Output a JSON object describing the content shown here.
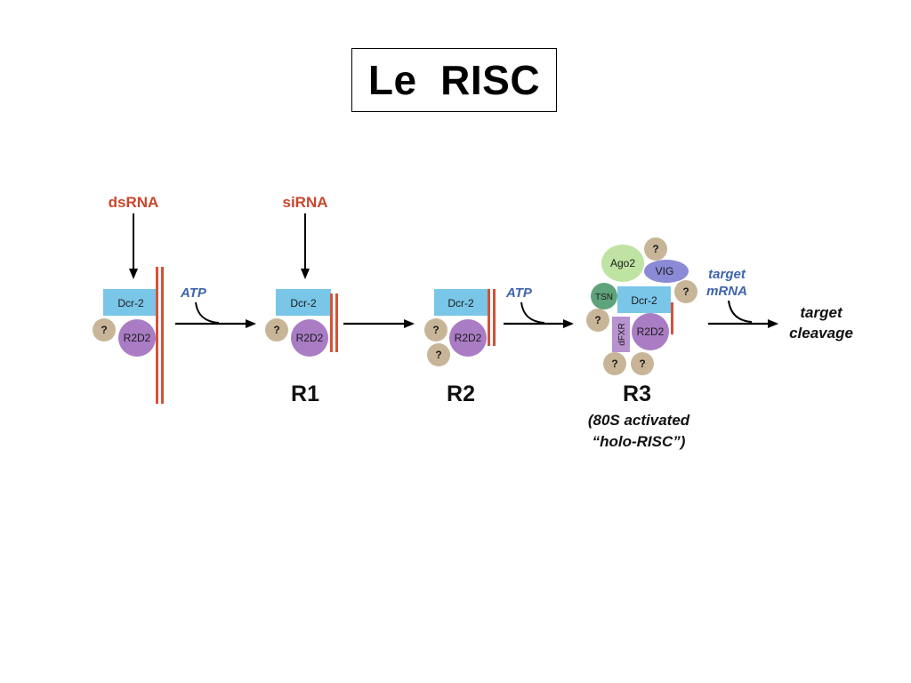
{
  "title": "Le  RISC",
  "colors": {
    "dcr2": "#79c6e8",
    "r2d2": "#a97cc4",
    "unknown": "#c8b598",
    "ago2": "#bfe3a2",
    "vig": "#8a8ad6",
    "tsn": "#5fa37a",
    "dfxr": "#b793cf",
    "rna": "#d3523a",
    "input_label": "#c9462c",
    "atp_label": "#3e64ad"
  },
  "inputs": {
    "dsrna": "dsRNA",
    "sirna": "siRNA"
  },
  "atp_labels": [
    "ATP",
    "ATP"
  ],
  "proteins": {
    "dcr2": "Dcr-2",
    "r2d2": "R2D2",
    "unknown": "?",
    "ago2": "Ago2",
    "vig": "VIG",
    "tsn": "TSN",
    "dfxr": "dFXR"
  },
  "stages": {
    "r1": "R1",
    "r2": "R2",
    "r3": "R3",
    "r3_sub_line1": "(80S activated",
    "r3_sub_line2": "“holo-RISC”)"
  },
  "target": {
    "mrna_line1": "target",
    "mrna_line2": "mRNA",
    "cleavage_line1": "target",
    "cleavage_line2": "cleavage"
  }
}
